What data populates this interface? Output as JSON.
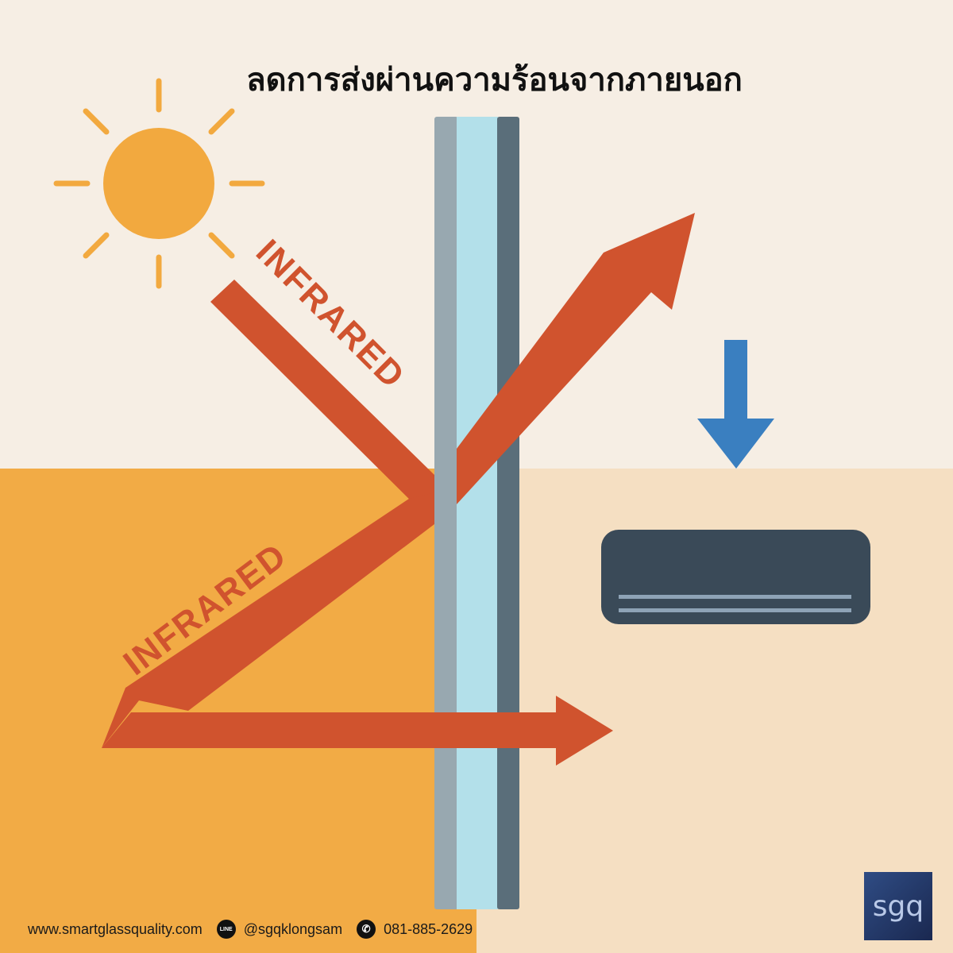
{
  "title": "ลดการส่งผ่านความร้อนจากภายนอก",
  "labels": {
    "infrared_incoming": "INFRARED",
    "infrared_reflected": "INFRARED"
  },
  "footer": {
    "website": "www.smartglassquality.com",
    "line_icon_text": "LINE",
    "line_id": "@sgqklongsam",
    "phone": "081-885-2629"
  },
  "logo": "sgq",
  "colors": {
    "arrow": "#d0532e",
    "sun": "#f2a93f",
    "cool_arrow": "#3a7fc0",
    "outside": "#f2ab45",
    "inside": "#f5dfc2"
  }
}
